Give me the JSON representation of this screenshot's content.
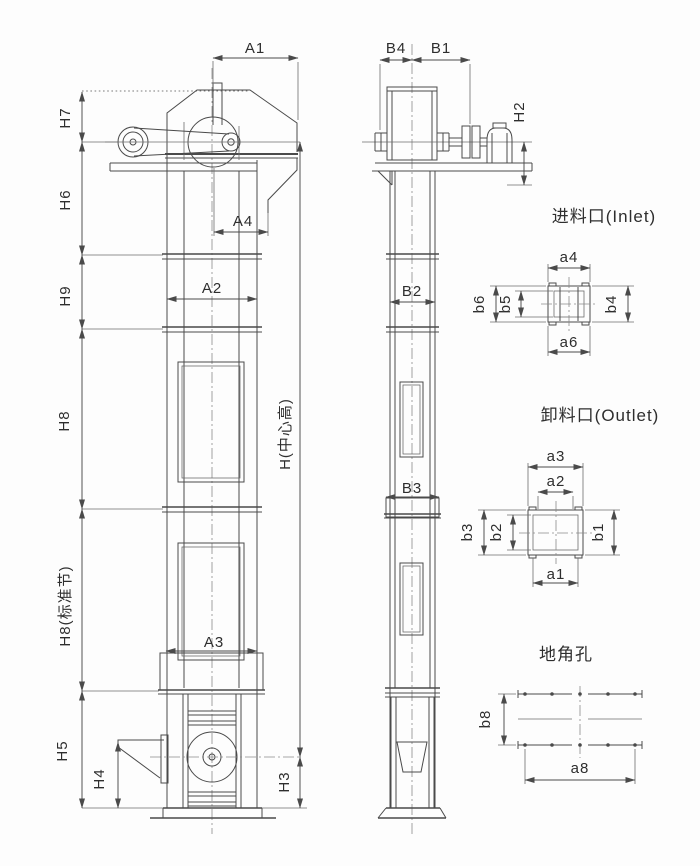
{
  "front_view": {
    "labels": {
      "A1": "A1",
      "A2": "A2",
      "A3": "A3",
      "A4": "A4",
      "H7": "H7",
      "H6": "H6",
      "H9": "H9",
      "H8": "H8",
      "H8_std": "H8(标准节)",
      "H5": "H5",
      "H4": "H4",
      "H3": "H3",
      "H_center": "H(中心高)"
    }
  },
  "side_view": {
    "labels": {
      "B4": "B4",
      "B1": "B1",
      "B2": "B2",
      "B3": "B3",
      "H2": "H2"
    }
  },
  "inlet_detail": {
    "title": "进料口(Inlet)",
    "labels": {
      "a4": "a4",
      "a6": "a6",
      "b6": "b6",
      "b5": "b5",
      "b4": "b4"
    }
  },
  "outlet_detail": {
    "title": "卸料口(Outlet)",
    "labels": {
      "a3": "a3",
      "a2": "a2",
      "a1": "a1",
      "b3": "b3",
      "b2": "b2",
      "b1": "b1"
    }
  },
  "anchor_detail": {
    "title": "地角孔",
    "labels": {
      "b8": "b8",
      "a8": "a8"
    }
  },
  "colors": {
    "line": "#4a4a4a",
    "background": "#fdfdfd",
    "text": "#2e2e2e"
  }
}
